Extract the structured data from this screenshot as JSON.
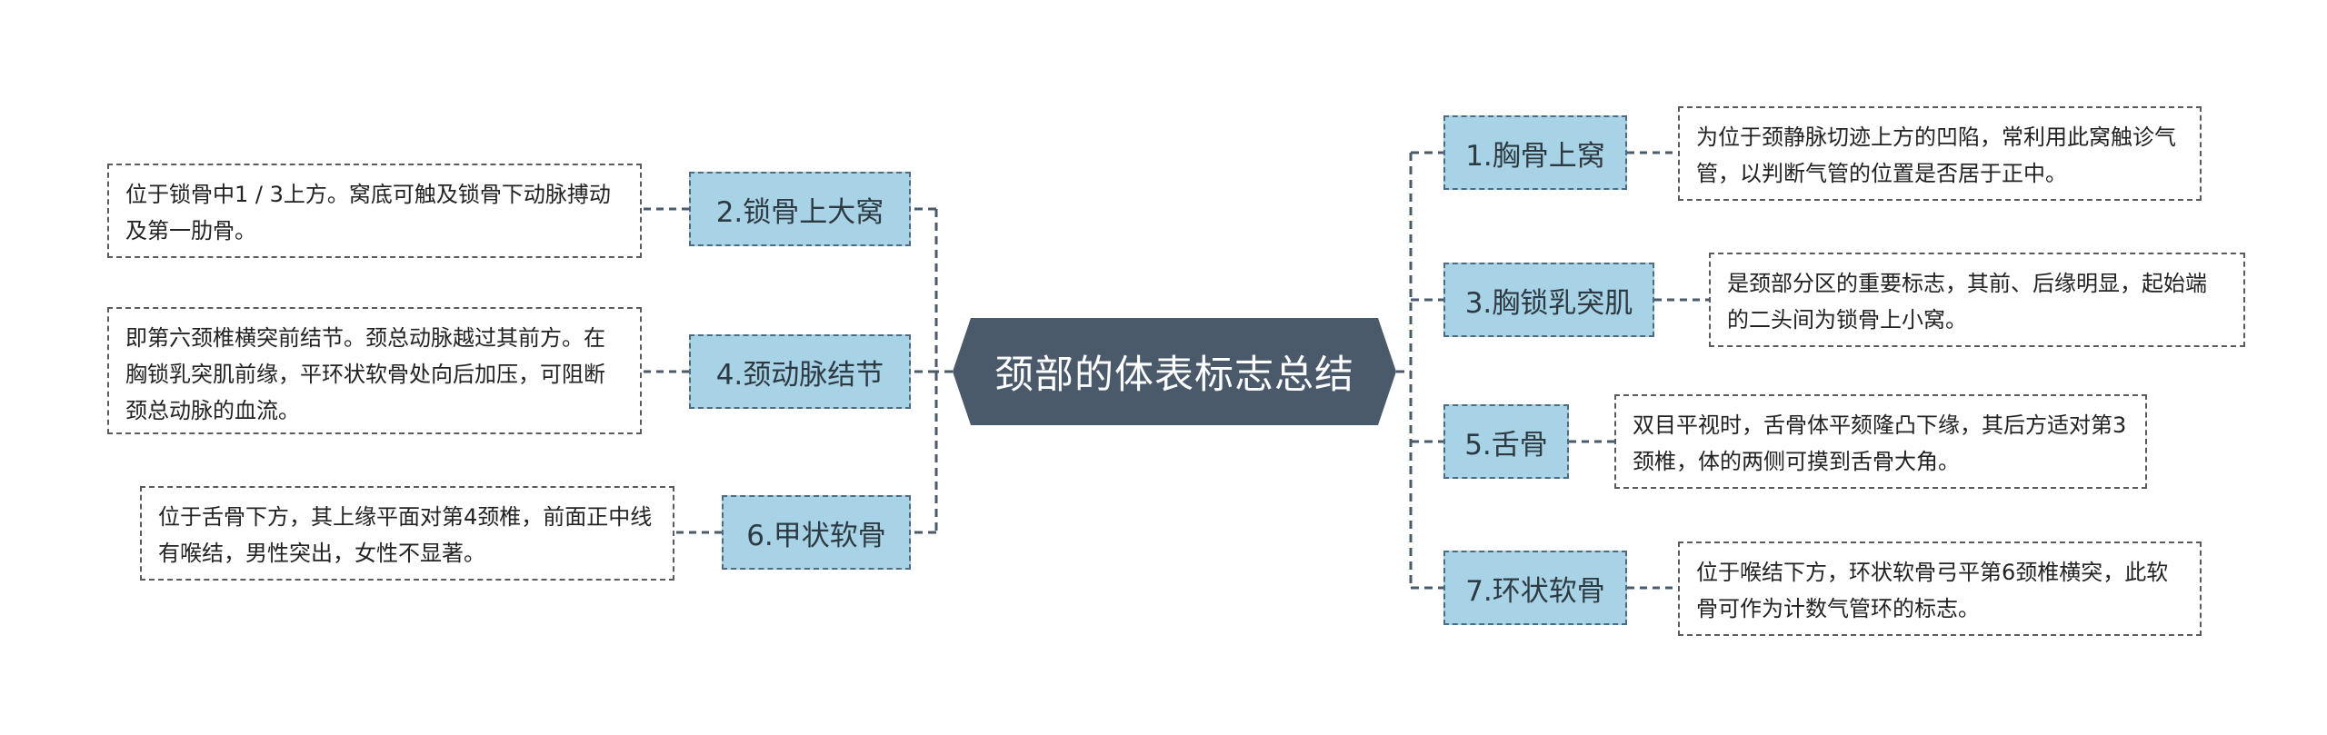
{
  "center": {
    "title": "颈部的体表标志总结"
  },
  "colors": {
    "center_fill": "#4a5a6a",
    "topic_fill": "#a8d3e6",
    "connector": "#4a5a6a"
  },
  "topics": {
    "t1": {
      "label": "1.胸骨上窝",
      "note": "为位于颈静脉切迹上方的凹陷，常利用此窝触诊气管，以判断气管的位置是否居于正中。"
    },
    "t2": {
      "label": "2.锁骨上大窝",
      "note": "位于锁骨中1 / 3上方。窝底可触及锁骨下动脉搏动及第一肋骨。"
    },
    "t3": {
      "label": "3.胸锁乳突肌",
      "note": "是颈部分区的重要标志，其前、后缘明显，起始端的二头间为锁骨上小窝。"
    },
    "t4": {
      "label": "4.颈动脉结节",
      "note": "即第六颈椎横突前结节。颈总动脉越过其前方。在胸锁乳突肌前缘，平环状软骨处向后加压，可阻断颈总动脉的血流。"
    },
    "t5": {
      "label": "5.舌骨",
      "note": "双目平视时，舌骨体平颏隆凸下缘，其后方适对第3颈椎，体的两侧可摸到舌骨大角。"
    },
    "t6": {
      "label": "6.甲状软骨",
      "note": "位于舌骨下方，其上缘平面对第4颈椎，前面正中线有喉结，男性突出，女性不显著。"
    },
    "t7": {
      "label": "7.环状软骨",
      "note": "位于喉结下方，环状软骨弓平第6颈椎横突，此软骨可作为计数气管环的标志。"
    }
  }
}
